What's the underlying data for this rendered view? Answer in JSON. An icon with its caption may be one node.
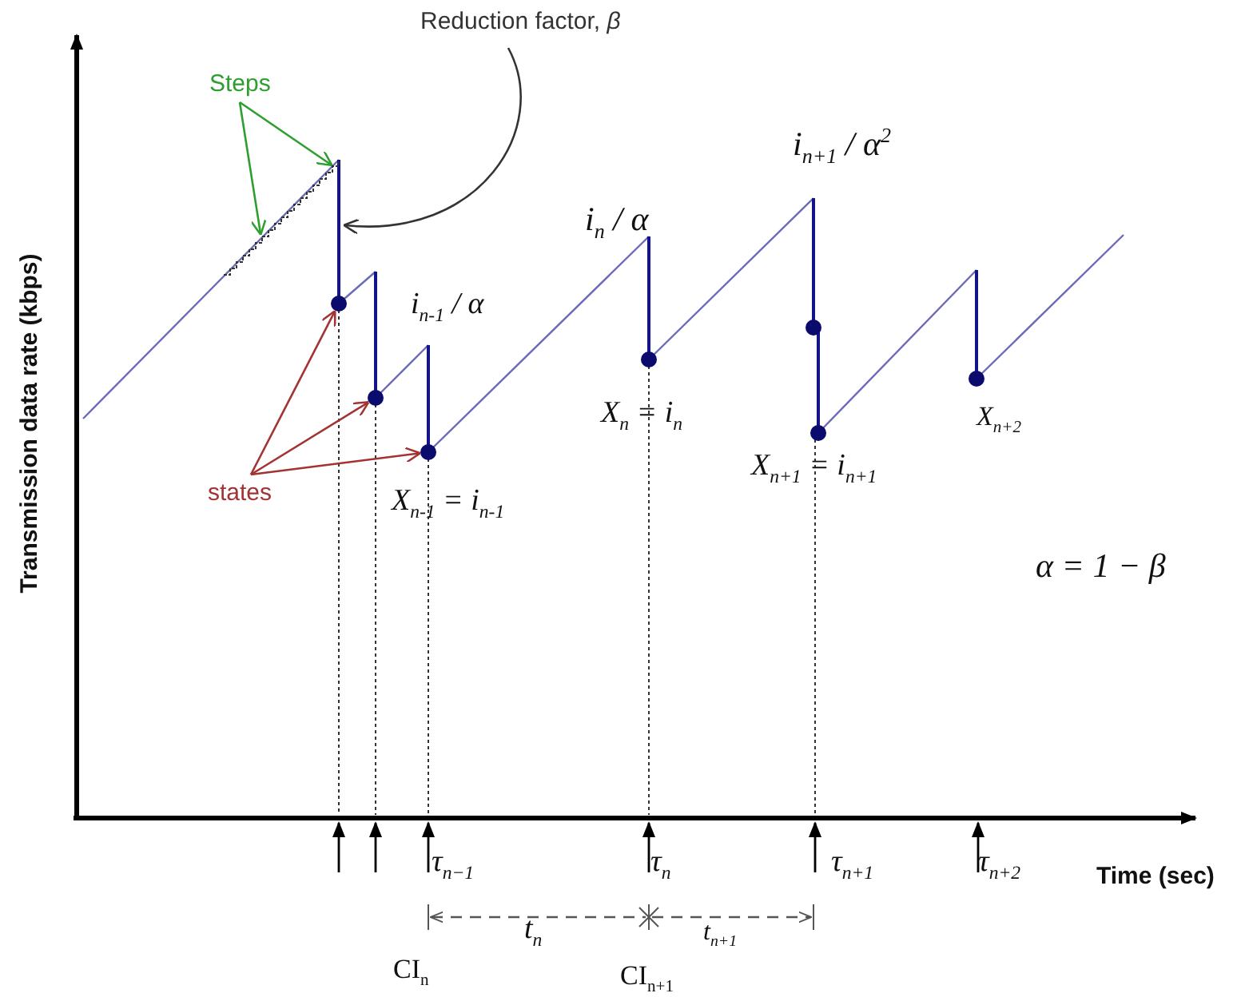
{
  "diagram": {
    "nodes": [
      {
        "text": [
          "Reduction factor, *β*"
        ]
      },
      {
        "text": [
          "Steps"
        ]
      },
      {
        "text": [
          "states"
        ]
      },
      {
        "text": [],
        "shape": "circle"
      },
      {
        "text": [],
        "shape": "circle"
      },
      {
        "text": [],
        "shape": "circle"
      }
    ],
    "edges": [
      {
        "from": 0,
        "to": null,
        "arrow": "to",
        "color": "#333333"
      },
      {
        "from": 1,
        "to": null,
        "arrow": "to",
        "color": "#2e9e2e"
      },
      {
        "from": 1,
        "to": null,
        "arrow": "to",
        "color": "#2e9e2e"
      },
      {
        "from": 2,
        "to": 3,
        "arrow": "to",
        "color": "#a33333"
      },
      {
        "from": 2,
        "to": 4,
        "arrow": "to",
        "color": "#a33333"
      },
      {
        "from": 2,
        "to": 5,
        "arrow": "to",
        "color": "#a33333"
      }
    ],
    "labels": [
      "Transmission data rate (kbps)",
      "i$_{n+1}$ / α$^{2}$",
      "i$_{n}$ / α",
      "i$_{n-1}$ / α",
      "X$_{n}$ = i$_{n}$",
      "X$_{n+2}$",
      "X$_{n+1}$ = i$_{n+1}$",
      "X$_{n-1}$ = i$_{n-1}$",
      "α = 1 − β",
      "τ$_{n−1}$",
      "τ$_{n}$",
      "τ$_{n+1}$",
      "τ$_{n+2}$",
      "Time (sec)",
      "t$_{n}$",
      "t$_{n+1}$",
      "CI$_{n}$",
      "CI$_{n+1}$"
    ]
  }
}
